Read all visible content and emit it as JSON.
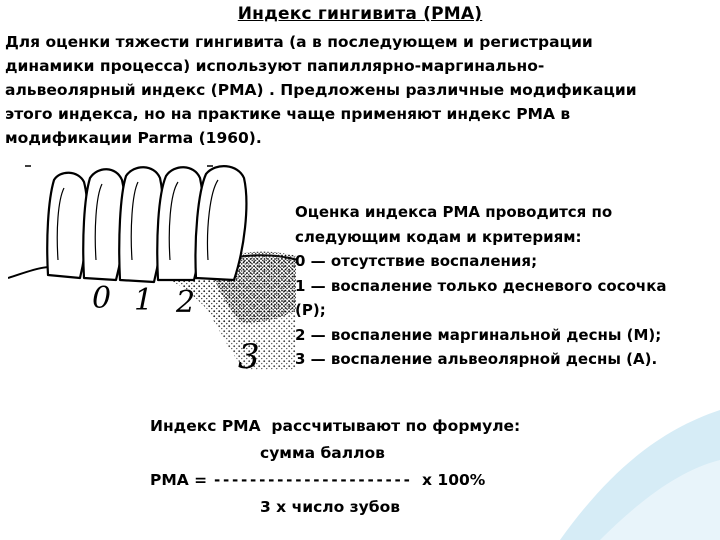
{
  "title": "Индекс гингивита (РМА)",
  "intro": [
    " Для оценки тяжести гингивита (а в последующем и регистрации",
    "динамики процесса) используют папиллярно-маргинально-",
    "альвеолярный индекс (РМА) . Предложены различные модификации",
    "этого индекса, но на практике чаще применяют индекс РМА в",
    "модификации Parma (1960)."
  ],
  "figure": {
    "labels": [
      "0",
      "1",
      "2",
      "3"
    ]
  },
  "criteria": {
    "heading_1": "Оценка индекса РМА  проводится по",
    "heading_2": "следующим кодам и критериям:",
    "items": [
      " 0 — отсутствие воспаления;",
      " 1 — воспаление только десневого сосочка",
      "(Р);",
      " 2 — воспаление маргинальной десны (М);",
      " 3 — воспаление альвеолярной десны (А)."
    ]
  },
  "formula": {
    "lead": "Индекс РМА  рассчитывают по формуле:",
    "numerator": "сумма баллов",
    "lhs": "РМА = ",
    "dashes": "----------------------",
    "rhs": "  х 100%",
    "denominator": "3 х число зубов"
  },
  "colors": {
    "background": "#ffffff",
    "wave": "#d6ecf6",
    "text": "#000000"
  }
}
